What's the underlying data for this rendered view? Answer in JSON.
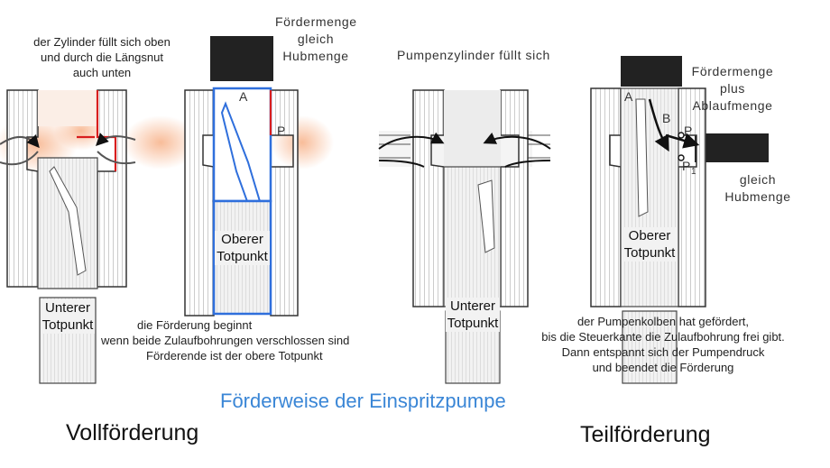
{
  "title": "Förderweise der Einspritzpumpe",
  "left_heading": "Vollförderung",
  "right_heading": "Teilförderung",
  "captions": {
    "fill_top": [
      "der Zylinder füllt sich oben",
      "und durch die Längsnut",
      "auch unten"
    ],
    "delivery_amount": [
      "Fördermenge",
      "gleich",
      "Hubmenge"
    ],
    "pump_fill": "Pumpenzylinder füllt sich",
    "delivery_plus": [
      "Fördermenge",
      "plus",
      "Ablaufmenge"
    ],
    "equal_stroke": [
      "gleich",
      "Hubmenge"
    ],
    "delivery_start": [
      "die Förderung beginnt",
      "wenn beide Zulaufbohrungen verschlossen sind",
      "Förderende ist der obere Totpunkt"
    ],
    "partial_end": [
      "der Pumpenkolben hat gefördert,",
      "bis die Steuerkante die Zulaufbohrung frei gibt.",
      "Dann entspannt sich der Pumpendruck",
      "und beendet die Förderung"
    ]
  },
  "labels": {
    "A": "A",
    "P": "P",
    "B": "B",
    "P1": "P",
    "P1_sub": "1",
    "lower_dead_center": [
      "Unterer",
      "Totpunkt"
    ],
    "upper_dead_center": [
      "Oberer",
      "Totpunkt"
    ]
  },
  "colors": {
    "title": "#3a86d6",
    "highlight_blue": "#2f6fdc",
    "highlight_red": "#d81e1e",
    "glow": "#f6b48c"
  }
}
